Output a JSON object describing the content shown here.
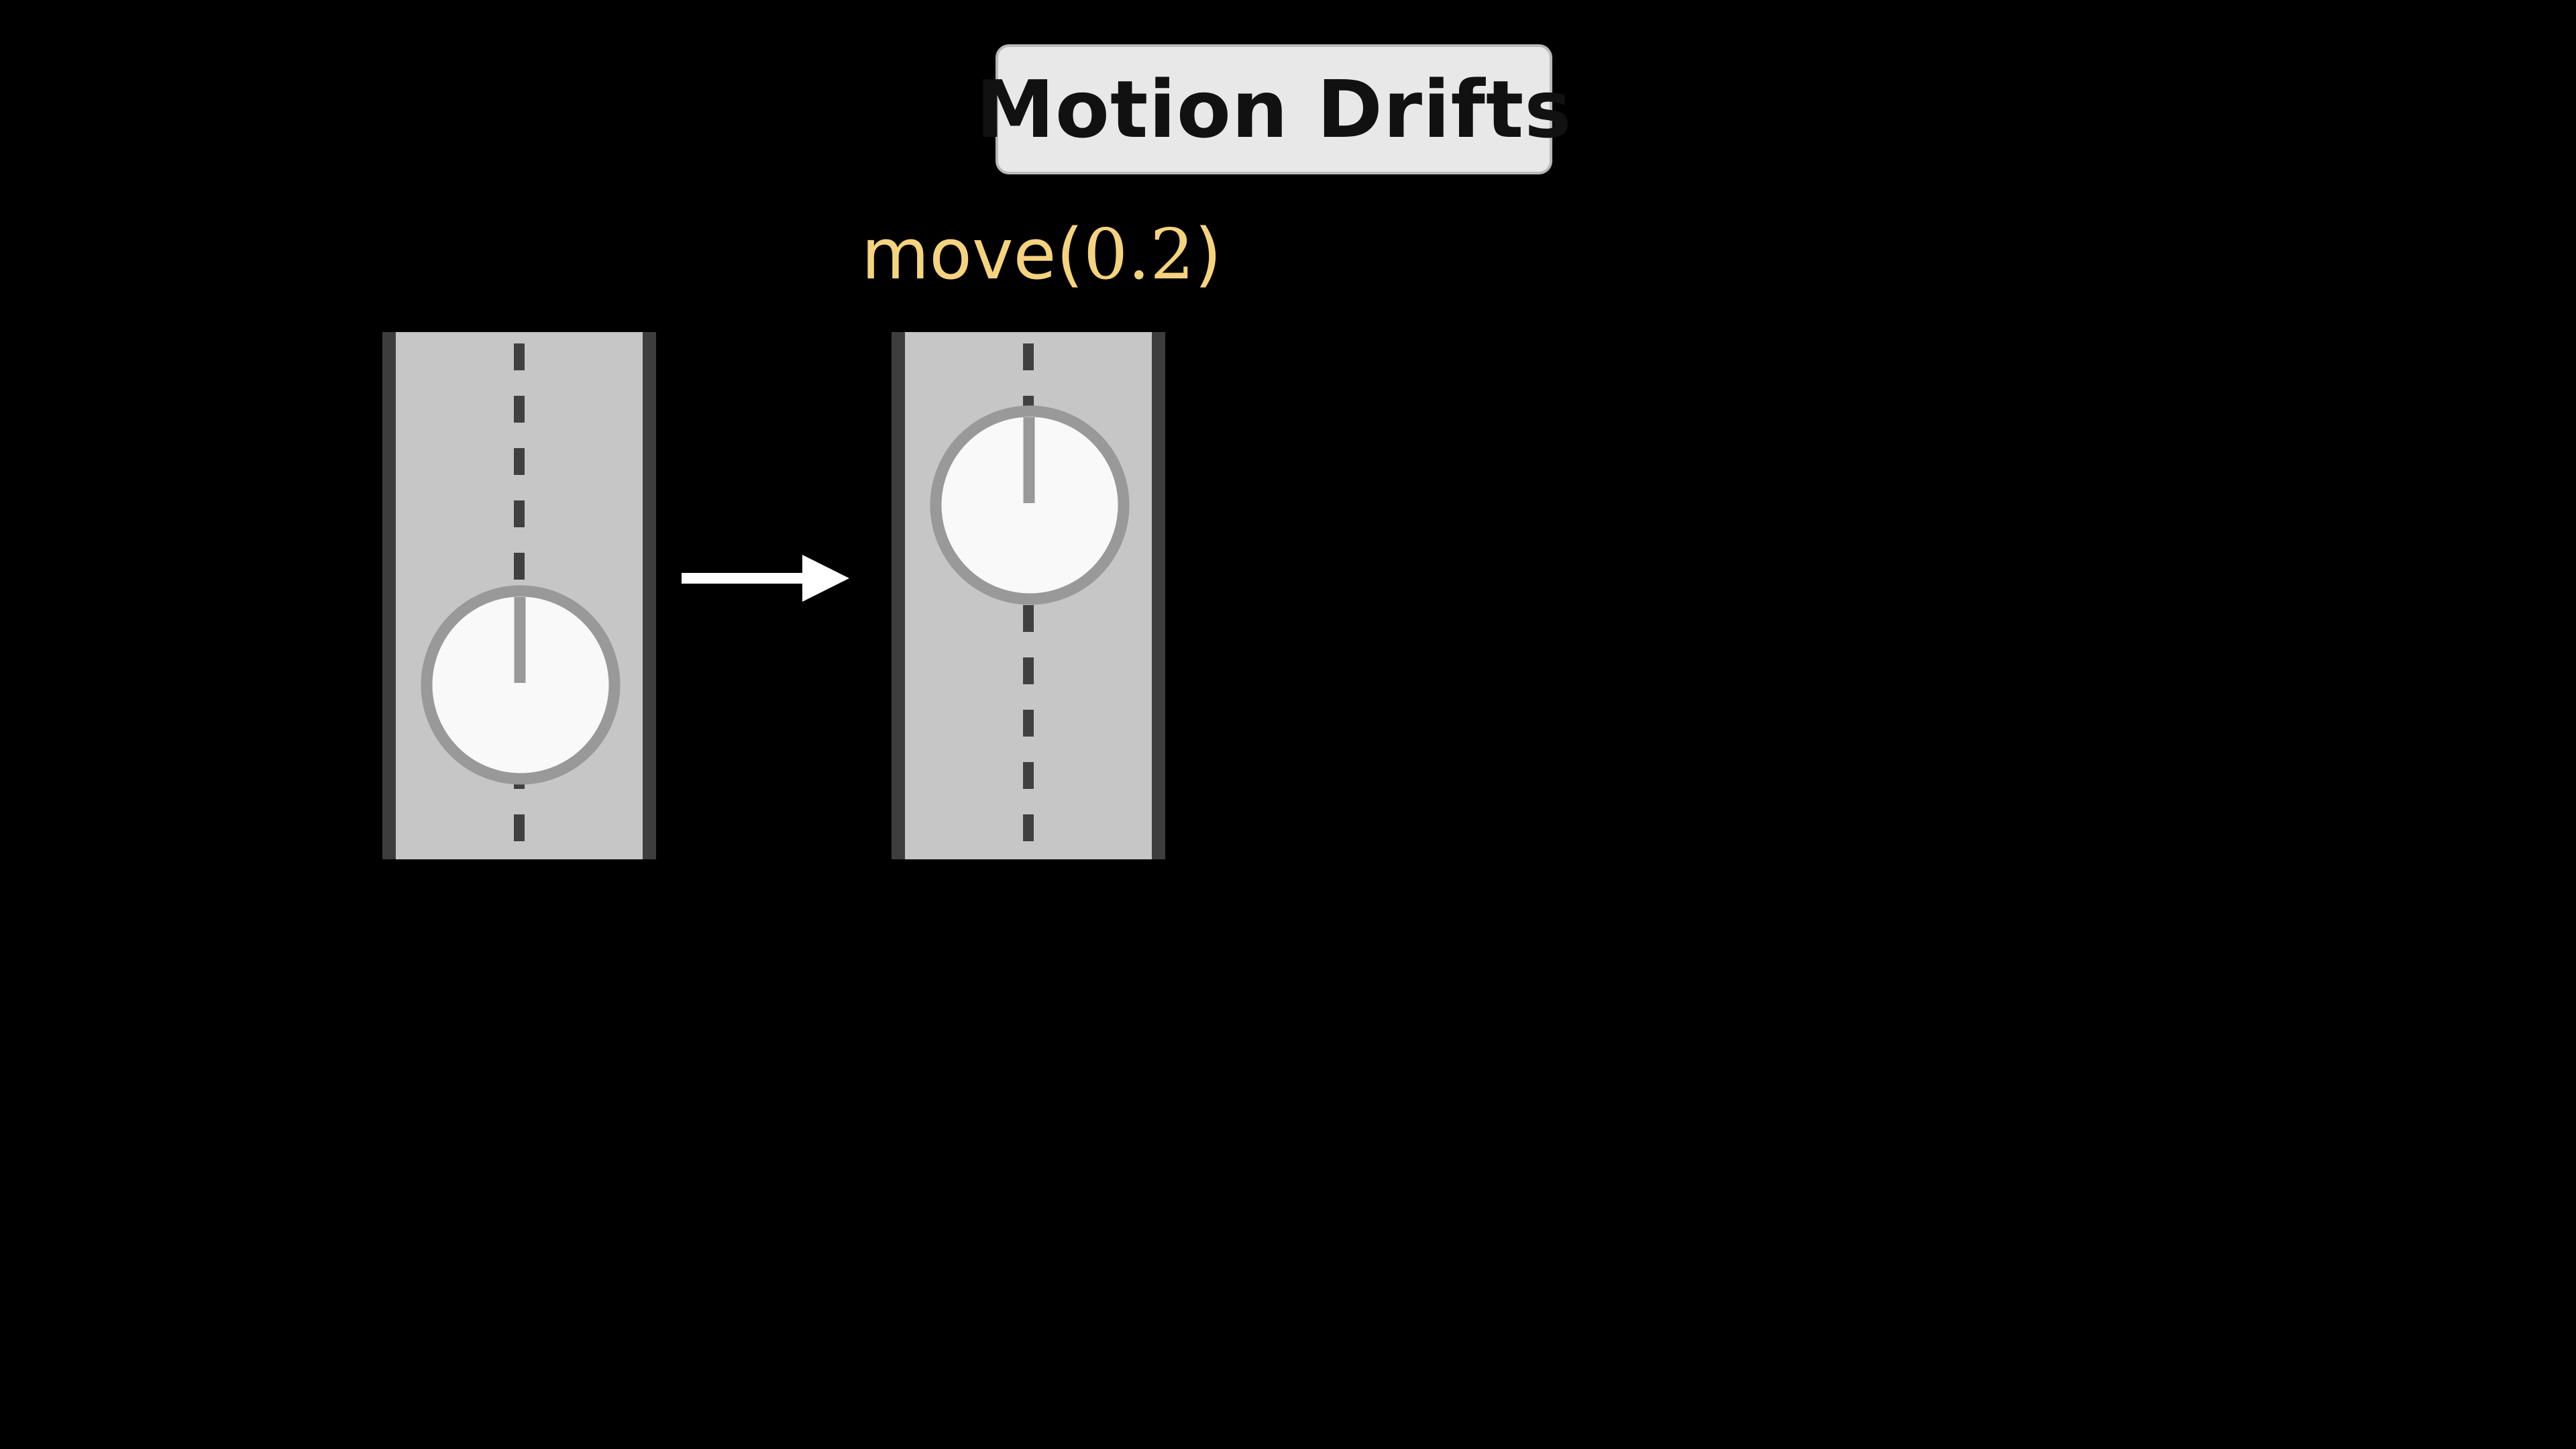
{
  "title": "Motion Drifts",
  "action": {
    "name": "move",
    "open": "(",
    "argument": "0.2",
    "close": ")"
  },
  "colors": {
    "background": "#000000",
    "title_fill": "#e8e8e8",
    "title_border": "#b9b9b9",
    "label": "#f5d37e",
    "lane": "#c6c6c6",
    "lane_edge": "#3d3d3d",
    "center_dash": "#404040",
    "agent_fill": "#f9f9f9",
    "agent_outline": "#999999",
    "arrow": "#ffffff"
  },
  "icons": {
    "agent": "circle-with-heading-line",
    "transition": "right-arrow"
  }
}
